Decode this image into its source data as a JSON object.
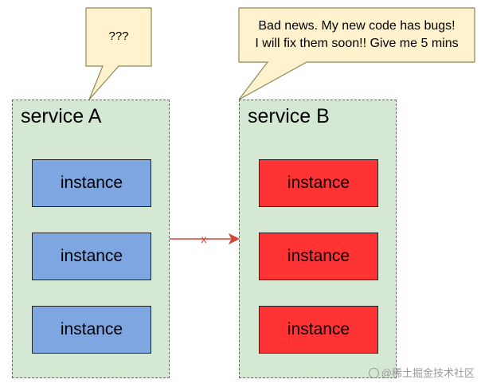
{
  "services": [
    {
      "title": "service A",
      "instances": [
        "instance",
        "instance",
        "instance"
      ],
      "instance_color": "#7ea6e0",
      "background": "#d5e8d4"
    },
    {
      "title": "service B",
      "instances": [
        "instance",
        "instance",
        "instance"
      ],
      "instance_color": "#ff3333",
      "background": "#d5e8d4"
    }
  ],
  "callouts": {
    "a": "???",
    "b_line1": "Bad news. My new code has bugs!",
    "b_line2": "I will fix them soon!! Give me 5 mins",
    "fill": "#fff2cc",
    "stroke": "#8a8a5a"
  },
  "connection": {
    "label": "x",
    "color": "#d6453a"
  },
  "watermark": "@稀土掘金技术社区"
}
